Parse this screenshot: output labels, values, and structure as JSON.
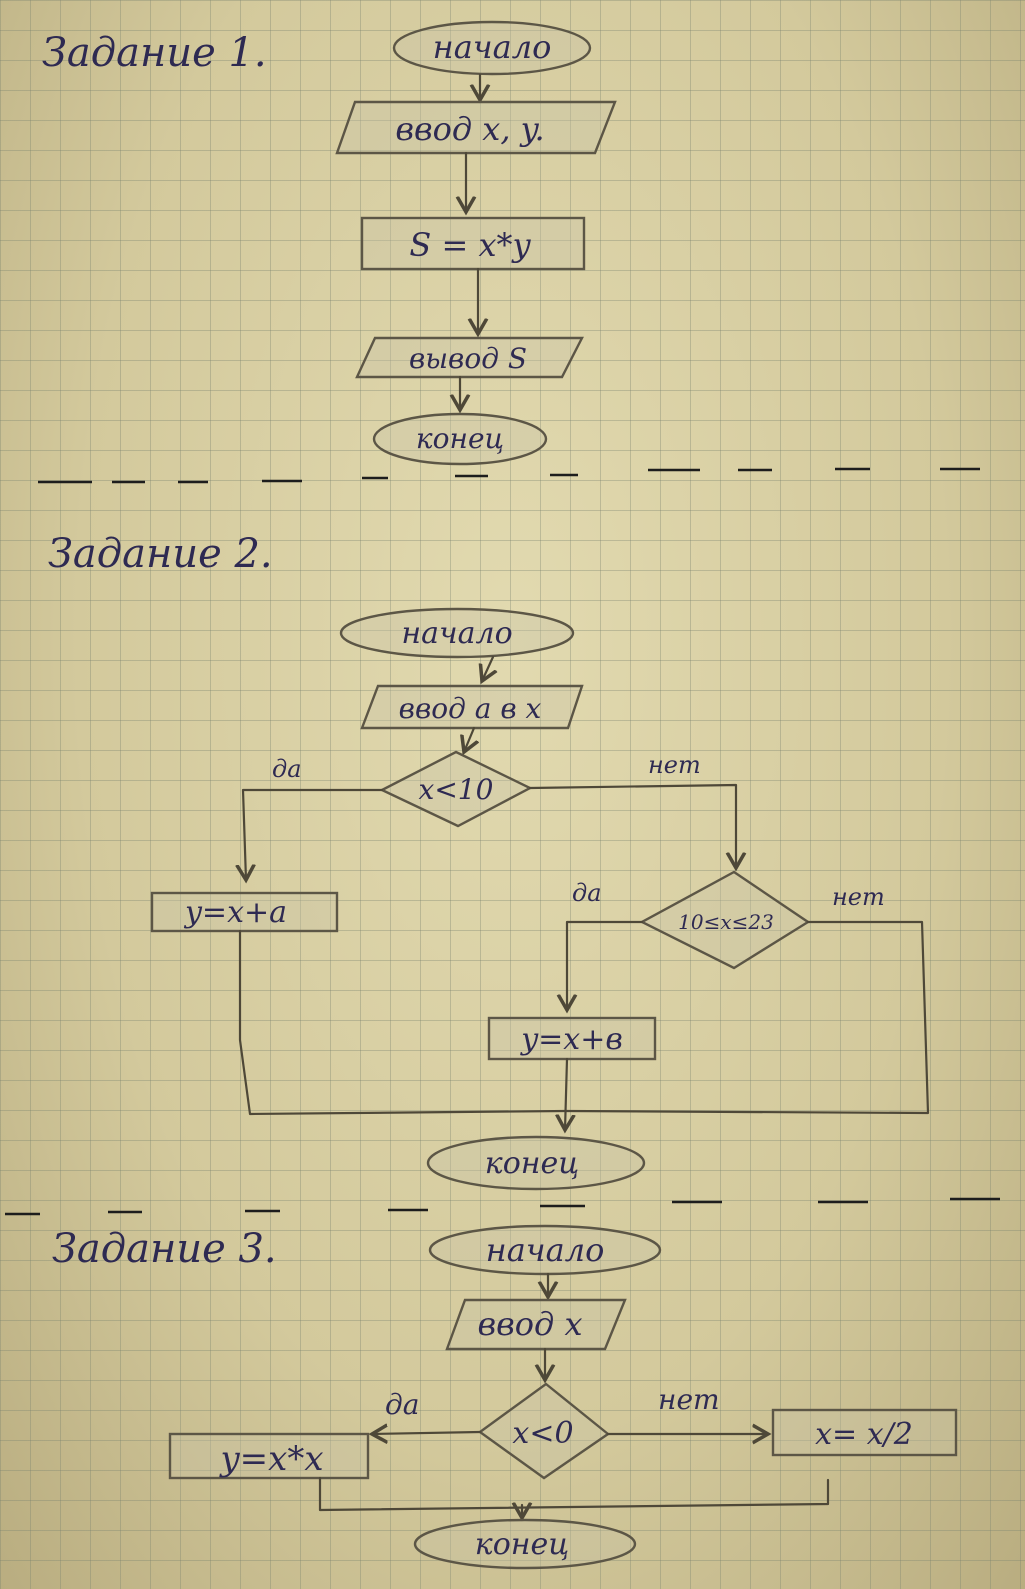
{
  "task1": {
    "title": "Задание 1.",
    "start": "начало",
    "input": "ввод x, y.",
    "process": "S = x*y",
    "output": "вывод S",
    "end": "конец"
  },
  "task2": {
    "title": "Задание 2.",
    "start": "начало",
    "input": "ввод a в x",
    "decision1": "x<10",
    "yes1": "да",
    "no1": "нет",
    "process_left": "y=x+a",
    "decision2": "10≤x≤23",
    "yes2": "да",
    "no2": "нет",
    "process_mid": "y=x+в",
    "end": "конец"
  },
  "task3": {
    "title": "Задание 3.",
    "start": "начало",
    "input": "ввод x",
    "decision": "x<0",
    "yes": "да",
    "no": "нет",
    "process_yes": "y=x*x",
    "process_no": "x= x/2",
    "end": "конец"
  }
}
